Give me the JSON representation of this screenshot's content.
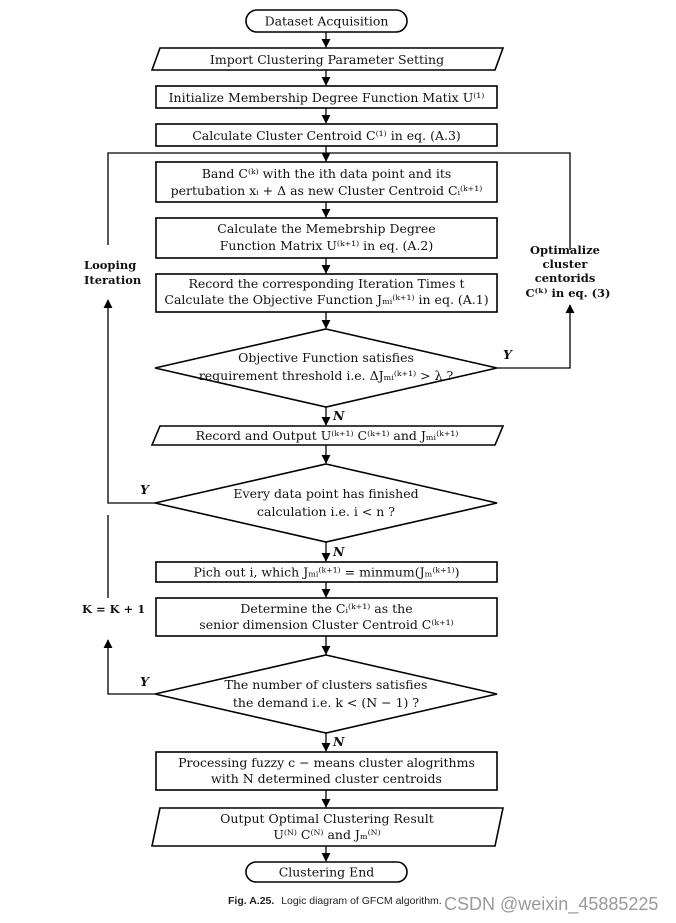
{
  "nodes": {
    "start": "Dataset Acquisition",
    "import_params": "Import Clustering Parameter Setting",
    "init_matrix": "Initialize Membership Degree Function Matix U⁽¹⁾",
    "calc_centroid": "Calculate Cluster Centroid C⁽¹⁾ in eq. (A.3)",
    "band_line1": "Band C⁽ᵏ⁾ with the ith data point and its",
    "band_line2": "pertubation xᵢ + Δ as new Cluster Centroid Cᵢ⁽ᵏ⁺¹⁾",
    "calc_matrix_line1": "Calculate the Memebrship Degree",
    "calc_matrix_line2": "Function Matrix U⁽ᵏ⁺¹⁾ in eq. (A.2)",
    "record_line1": "Record the corresponding Iteration Times t",
    "record_line2": "Calculate the Objective Function Jₘᵢ⁽ᵏ⁺¹⁾ in eq. (A.1)",
    "decision1_line1": "Objective Function satisfies",
    "decision1_line2": "requirement threshold i.e. ΔJₘᵢ⁽ᵏ⁺¹⁾ > λ ?",
    "output1": "Record and Output U⁽ᵏ⁺¹⁾ C⁽ᵏ⁺¹⁾ and Jₘᵢ⁽ᵏ⁺¹⁾",
    "decision2_line1": "Every data point has finished",
    "decision2_line2": "calculation i.e. i < n ?",
    "pick": "Pich out i, which Jₘᵢ⁽ᵏ⁺¹⁾ = minmum(Jₘ⁽ᵏ⁺¹⁾)",
    "determine_line1": "Determine the Cᵢ⁽ᵏ⁺¹⁾ as the",
    "determine_line2": "senior dimension Cluster Centroid C⁽ᵏ⁺¹⁾",
    "decision3_line1": "The number of clusters satisfies",
    "decision3_line2": "the demand i.e. k < (N − 1) ?",
    "process_line1": "Processing fuzzy c − means cluster alogrithms",
    "process_line2": "with N determined cluster centroids",
    "output2_line1": "Output Optimal Clustering Result",
    "output2_line2": "U⁽ᴺ⁾ C⁽ᴺ⁾ and Jₘ⁽ᴺ⁾",
    "end": "Clustering End"
  },
  "side_labels": {
    "looping_line1": "Looping",
    "looping_line2": "Iteration",
    "optimalize_line1": "Optimalize",
    "optimalize_line2": "cluster",
    "optimalize_line3": "centorids",
    "optimalize_line4": "C⁽ᵏ⁾ in eq. (3)",
    "k_increment": "K = K + 1"
  },
  "edge_labels": {
    "yes": "Y",
    "no": "N"
  },
  "caption": {
    "label": "Fig. A.25.",
    "text": "Logic diagram of GFCM algorithm."
  },
  "watermark": "CSDN @weixin_45885225"
}
